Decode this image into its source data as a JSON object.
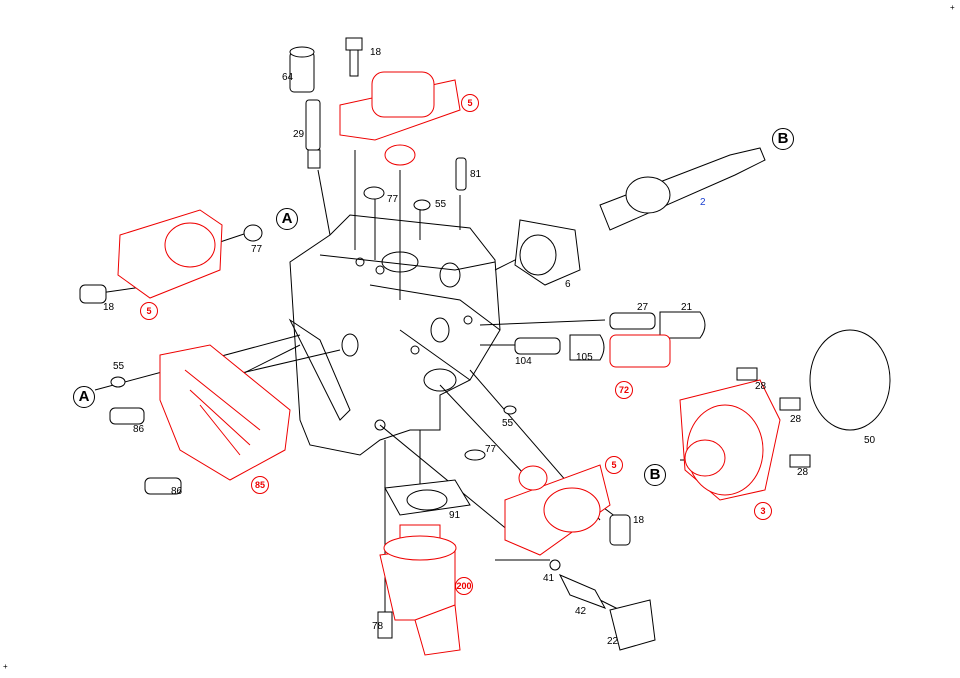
{
  "labels": {
    "l18a": "18",
    "l64": "64",
    "l29": "29",
    "l81": "81",
    "l77a": "77",
    "l55a": "55",
    "l2": "2",
    "l77b": "77",
    "l6": "6",
    "l18b": "18",
    "l27": "27",
    "l21": "21",
    "l104": "104",
    "l105": "105",
    "l55b": "55",
    "l86a": "86",
    "l86b": "86",
    "l77c": "77",
    "l55c": "55",
    "l28a": "28",
    "l28b": "28",
    "l28c": "28",
    "l50": "50",
    "l91": "91",
    "l18c": "18",
    "l41": "41",
    "l42": "42",
    "l78": "78",
    "l22": "22"
  },
  "assemblies": {
    "a5top": "5",
    "a5left": "5",
    "a72": "72",
    "a85": "85",
    "a5bottom": "5",
    "a3": "3",
    "a200": "200"
  },
  "references": {
    "B1": "B",
    "A1": "A",
    "A2": "A",
    "B2": "B"
  },
  "corner_marks": {
    "top_right": "+",
    "bottom_left": "+"
  },
  "colors": {
    "part_line": "#000000",
    "assembly": "#e00000",
    "part_number_highlight": "#1a3fd0"
  }
}
